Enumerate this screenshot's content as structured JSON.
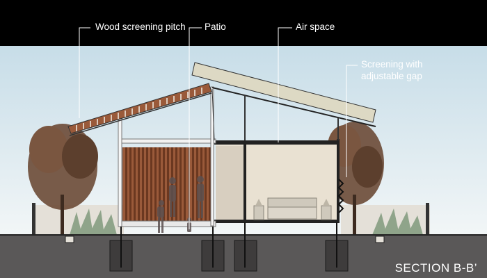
{
  "labels": {
    "wood_screening": "Wood screening pitch",
    "patio": "Patio",
    "air_space": "Air space",
    "screening": "Screening with adjustable gap"
  },
  "section_title": "SECTION B-B’",
  "colors": {
    "sky_top": "#c7dde8",
    "sky_bottom": "#f2f6f7",
    "ground": "#5a5858",
    "wood": "#8a4a2c",
    "wall": "#d8cfc0",
    "roof_fill": "#ddd9c4",
    "tree": "#6b4a36",
    "background": "#000000"
  }
}
